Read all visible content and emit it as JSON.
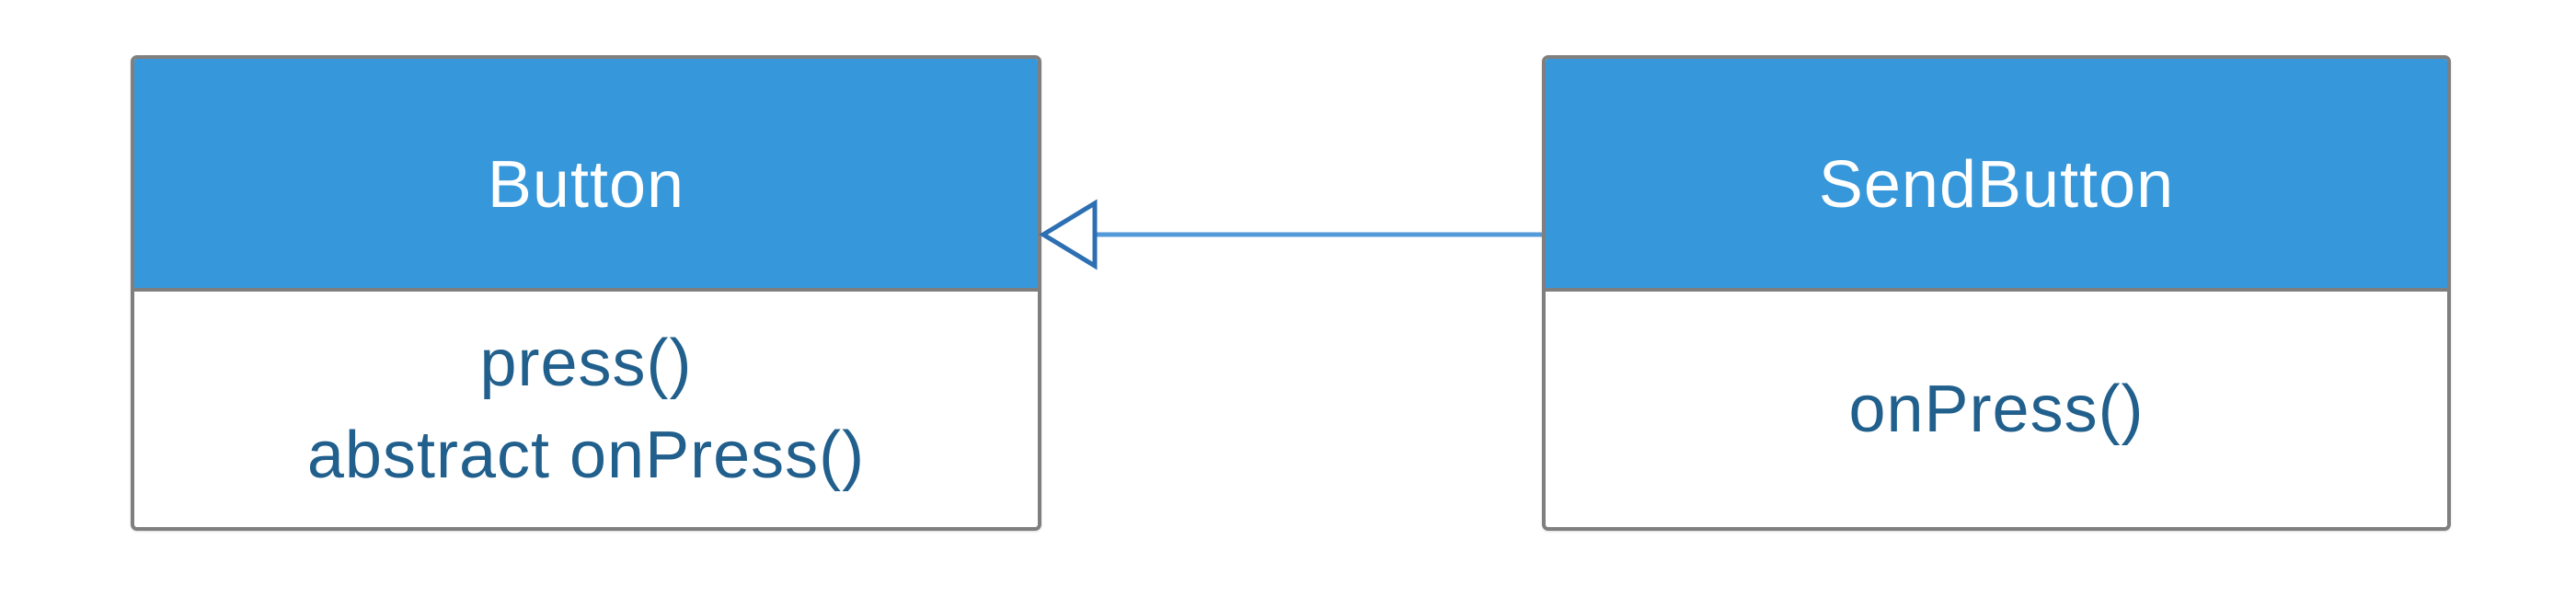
{
  "diagram": {
    "type": "uml-class-diagram",
    "classes": [
      {
        "id": "button",
        "name": "Button",
        "members": [
          "press()",
          "abstract onPress()"
        ]
      },
      {
        "id": "send-button",
        "name": "SendButton",
        "members": [
          "onPress()"
        ]
      }
    ],
    "relationship": {
      "type": "inheritance",
      "from": "SendButton",
      "to": "Button",
      "arrowhead": "hollow-triangle"
    },
    "colors": {
      "header_fill": "#3697db",
      "header_text": "#ffffff",
      "member_text": "#215f8c",
      "box_border": "#7f7f7f",
      "connector_line": "#5499da",
      "arrowhead_stroke": "#2d6fb3",
      "arrowhead_fill": "#ffffff",
      "background": "#ffffff"
    }
  }
}
